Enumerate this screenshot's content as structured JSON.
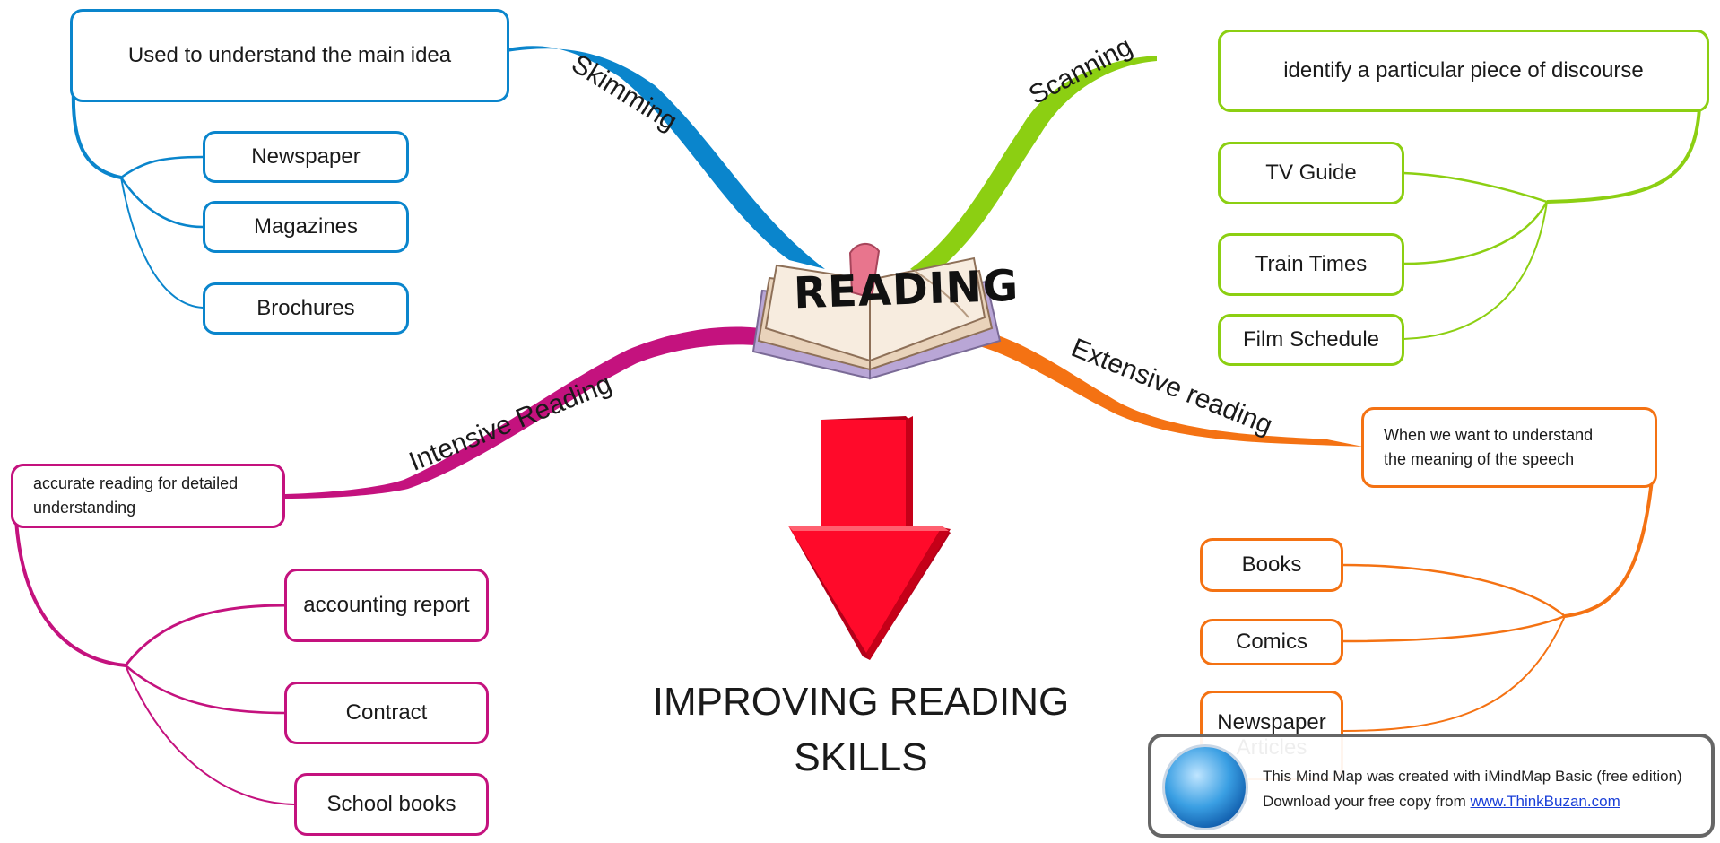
{
  "central": {
    "title": "READING"
  },
  "colors": {
    "skimming": "#0a85cc",
    "scanning": "#8ccf12",
    "intensive": "#c4127e",
    "extensive": "#f47213",
    "arrow": "#e8001c"
  },
  "branches": {
    "skimming": {
      "label": "Skimming",
      "description": "Used to understand the main idea",
      "examples": [
        "Newspaper",
        "Magazines",
        "Brochures"
      ]
    },
    "scanning": {
      "label": "Scanning",
      "description": "identify a particular piece of discourse",
      "examples": [
        "TV Guide",
        "Train Times",
        "Film Schedule"
      ]
    },
    "intensive": {
      "label": "Intensive Reading",
      "description": "accurate reading for detailed understanding",
      "examples": [
        "accounting report",
        "Contract",
        "School books"
      ]
    },
    "extensive": {
      "label": "Extensive reading",
      "description": "When we want to understand the meaning of the speech",
      "examples": [
        "Books",
        "Comics",
        "Newspaper Articles"
      ]
    }
  },
  "heading": "IMPROVING READING SKILLS",
  "watermark": {
    "line1": "This Mind Map was created with iMindMap Basic (free edition)",
    "line2_prefix": "Download your free copy from ",
    "link_text": "www.ThinkBuzan.com"
  }
}
